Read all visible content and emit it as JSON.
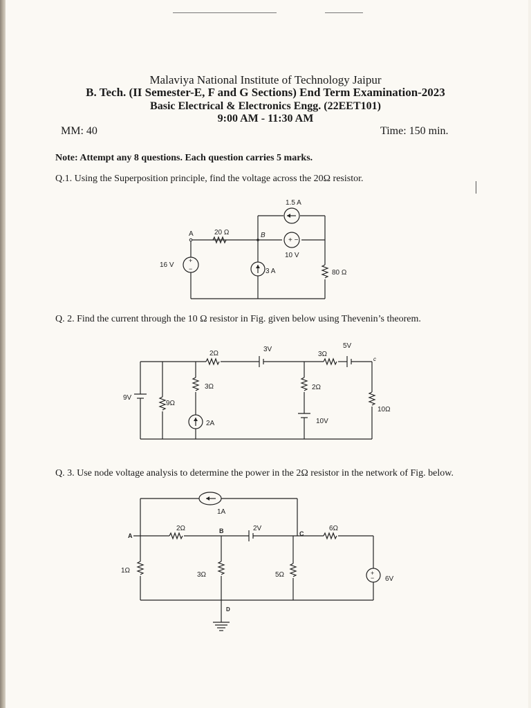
{
  "header": {
    "institute": "Malaviya National Institute of Technology Jaipur",
    "programme": "B. Tech. (II Semester-E, F and G Sections) End Term Examination-2023",
    "course": "Basic Electrical & Electronics Engg. (22EET101)",
    "timing": "9:00 AM - 11:30 AM",
    "max_marks": "MM: 40",
    "duration": "Time: 150 min."
  },
  "note": "Note: Attempt any 8 questions. Each question carries 5 marks.",
  "questions": [
    {
      "text": "Q.1. Using the Superposition principle, find the voltage across the 20Ω resistor.",
      "labels": {
        "node_a": "A",
        "node_b": "B",
        "r20": "20 Ω",
        "src_1_5a": "1.5 A",
        "src_10v": "10 V",
        "src_16v": "16 V",
        "src_3a": "3 A",
        "r80": "80 Ω"
      }
    },
    {
      "text": "Q. 2. Find the current through the 10 Ω resistor in Fig. given below using Thevenin’s theorem.",
      "labels": {
        "r2_top": "2Ω",
        "v3": "3V",
        "r3_top": "3Ω",
        "v5": "5V",
        "v9": "9V",
        "r9": "9Ω",
        "r3_mid": "3Ω",
        "i2": "2A",
        "r2_right": "2Ω",
        "v10": "10V",
        "r10": "10Ω"
      }
    },
    {
      "text": "Q. 3. Use node voltage analysis to determine the power in the 2Ω resistor in the network of Fig. below.",
      "labels": {
        "i1": "1A",
        "node_a": "A",
        "r2": "2Ω",
        "node_b": "B",
        "v2": "2V",
        "node_c": "C",
        "r6": "6Ω",
        "r1": "1Ω",
        "r3": "3Ω",
        "r5": "5Ω",
        "v6": "6V",
        "node_d": "D"
      }
    }
  ]
}
